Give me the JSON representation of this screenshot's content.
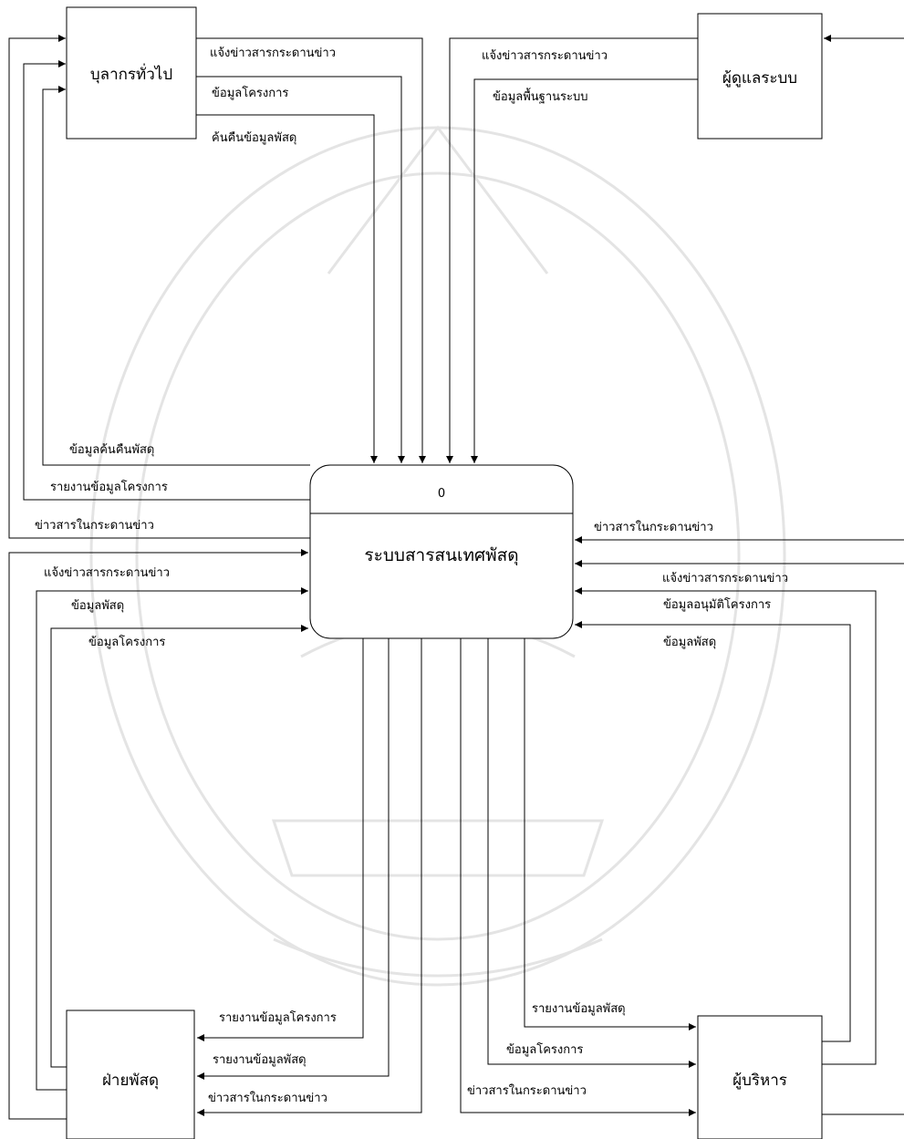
{
  "process": {
    "id": "0",
    "name": "ระบบสารสนเทศพัสดุ"
  },
  "entities": {
    "general_staff": "บุลากรทั่วไป",
    "sysadmin": "ผู้ดูแลระบบ",
    "supply_dept": "ฝ่ายพัสดุ",
    "executive": "ผู้บริหาร"
  },
  "flows": {
    "general_staff_to_system": [
      "แจ้งข่าวสารกระดานข่าว",
      "ข้อมูลโครงการ",
      "ค้นคืนข้อมูลพัสดุ"
    ],
    "system_to_general_staff": [
      "ข้อมูลค้นคืนพัสดุ",
      "รายงานข้อมูลโครงการ",
      "ข่าวสารในกระดานข่าว"
    ],
    "sysadmin_to_system": [
      "แจ้งข่าวสารกระดานข่าว",
      "ข้อมูลพื้นฐานระบบ"
    ],
    "supply_dept_to_system": [
      "แจ้งข่าวสารกระดานข่าว",
      "ข้อมูลพัสดุ",
      "ข้อมูลโครงการ"
    ],
    "system_to_supply_dept": [
      "รายงานข้อมูลโครงการ",
      "รายงานข้อมูลพัสดุ",
      "ข่าวสารในกระดานข่าว"
    ],
    "system_to_executive": [
      "รายงานข้อมูลพัสดุ",
      "ข้อมูลโครงการ",
      "ข่าวสารในกระดานข่าว"
    ],
    "executive_to_system": [
      "ข่าวสารในกระดานข่าว",
      "แจ้งข่าวสารกระดานข่าว",
      "ข้อมูลอนุมัติโครงการ",
      "ข้อมูลพัสดุ"
    ]
  }
}
